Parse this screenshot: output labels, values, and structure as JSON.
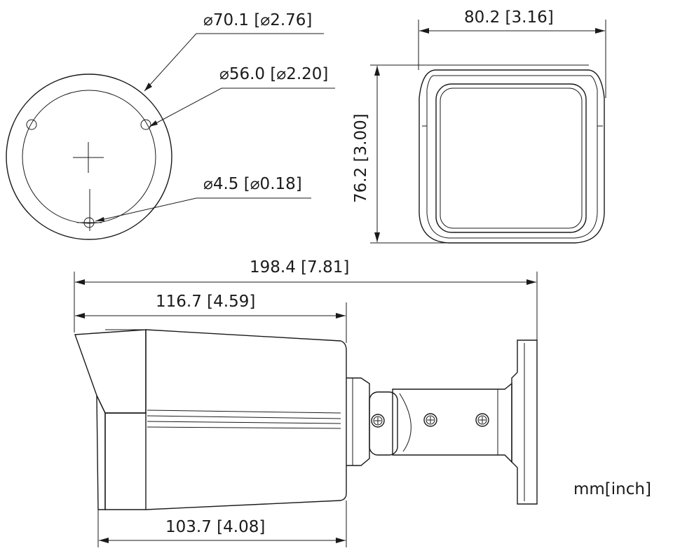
{
  "dimensions": {
    "mount_outer_diameter": "⌀70.1 [⌀2.76]",
    "mount_hole_circle_diameter": "⌀56.0 [⌀2.20]",
    "mount_hole_diameter": "⌀4.5 [⌀0.18]",
    "front_width": "80.2 [3.16]",
    "front_height": "76.2 [3.00]",
    "overall_length": "198.4 [7.81]",
    "housing_length": "116.7 [4.59]",
    "body_length": "103.7 [4.08]"
  },
  "units_note": "mm[inch]",
  "icons": {
    "screw": "screw-icon",
    "center_cross": "crosshair-icon"
  }
}
